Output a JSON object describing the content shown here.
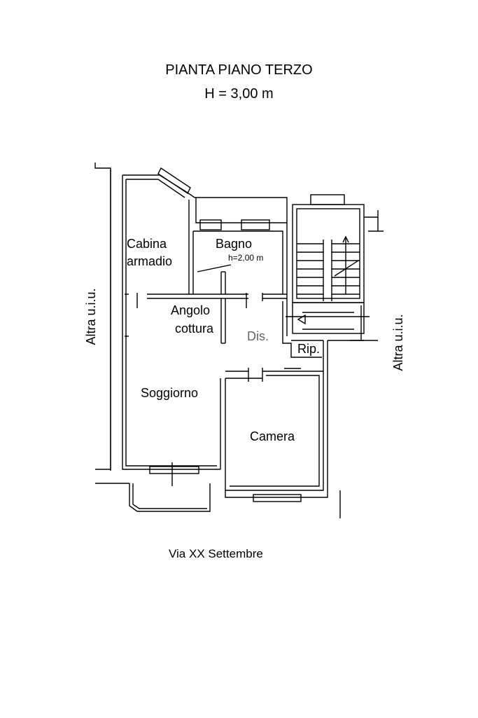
{
  "title": "PIANTA PIANO TERZO",
  "subtitle": "H = 3,00 m",
  "rooms": {
    "cabina_line1": "Cabina",
    "cabina_line2": "armadio",
    "bagno": "Bagno",
    "bagno_height": "h=2,00 m",
    "angolo_line1": "Angolo",
    "angolo_line2": "cottura",
    "disimpegno": "Dis.",
    "ripostiglio": "Rip.",
    "soggiorno": "Soggiorno",
    "camera": "Camera"
  },
  "neighbors": {
    "left": "Altra u.i.u.",
    "right": "Altra u.i.u."
  },
  "street": "Via XX Settembre"
}
